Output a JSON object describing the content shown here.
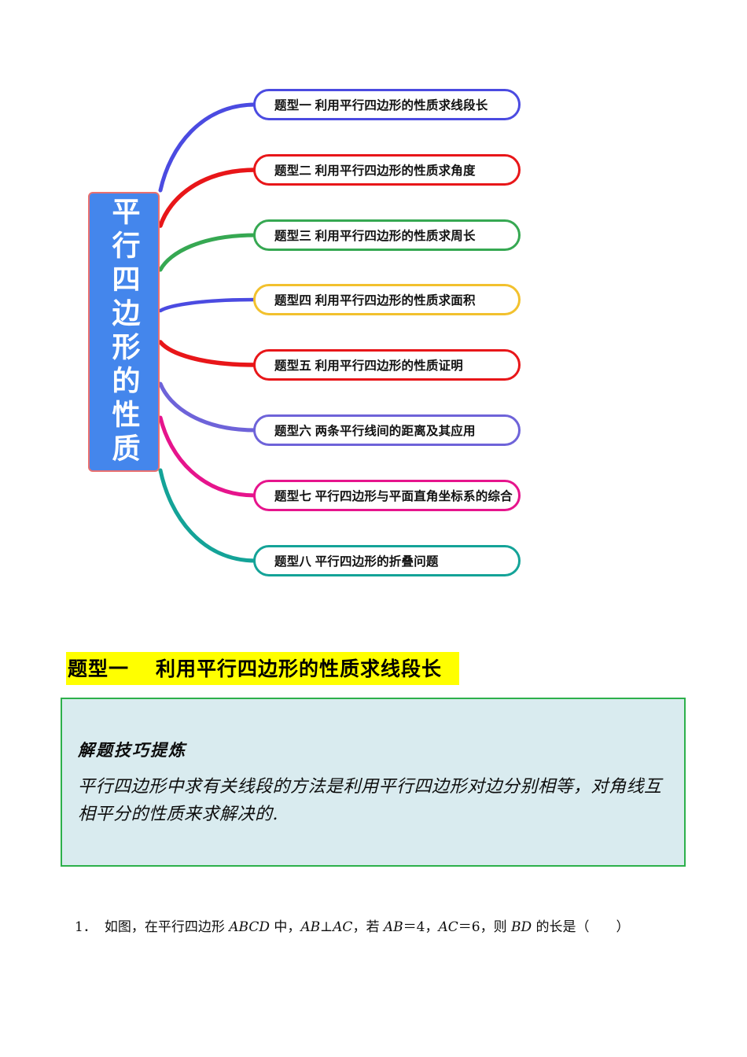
{
  "mindmap": {
    "root": {
      "label": "平行四边形的性质",
      "fill": "#4486ec",
      "border": "#e97070",
      "text_color": "#ffffff"
    },
    "branches": [
      {
        "label": "题型一  利用平行四边形的性质求线段长",
        "color": "#4b4be1"
      },
      {
        "label": "题型二 利用平行四边形的性质求角度",
        "color": "#e81619"
      },
      {
        "label": "题型三  利用平行四边形的性质求周长",
        "color": "#36a852"
      },
      {
        "label": "题型四  利用平行四边形的性质求面积",
        "color": "#f2c12e",
        "line_color": "#4b4be1"
      },
      {
        "label": "题型五 利用平行四边形的性质证明",
        "color": "#e81619"
      },
      {
        "label": "题型六  两条平行线间的距离及其应用",
        "color": "#6e63d9"
      },
      {
        "label": "题型七  平行四边形与平面直角坐标系的综合",
        "color": "#e6148c"
      },
      {
        "label": "题型八  平行四边形的折叠问题",
        "color": "#14a398"
      }
    ]
  },
  "section_heading": {
    "text": "题型一　 利用平行四边形的性质求线段长",
    "highlight_color": "#ffff00"
  },
  "technique_box": {
    "title": "解题技巧提炼",
    "body": "平行四边形中求有关线段的方法是利用平行四边形对边分别相等，对角线互相平分的性质来求解决的.",
    "bg": "#d9ebef",
    "border_color": "#2db04b"
  },
  "question": {
    "number": "1．",
    "segments": [
      {
        "text": "如图，在平行四边形 ",
        "italic": false
      },
      {
        "text": "ABCD",
        "italic": true
      },
      {
        "text": " 中，",
        "italic": false
      },
      {
        "text": "AB",
        "italic": true
      },
      {
        "text": "⊥",
        "italic": false
      },
      {
        "text": "AC",
        "italic": true
      },
      {
        "text": "，若 ",
        "italic": false
      },
      {
        "text": "AB",
        "italic": true
      },
      {
        "text": "＝4，",
        "italic": false
      },
      {
        "text": "AC",
        "italic": true
      },
      {
        "text": "＝6，则 ",
        "italic": false
      },
      {
        "text": "BD",
        "italic": true
      },
      {
        "text": " 的长是（　　）",
        "italic": false
      }
    ]
  }
}
